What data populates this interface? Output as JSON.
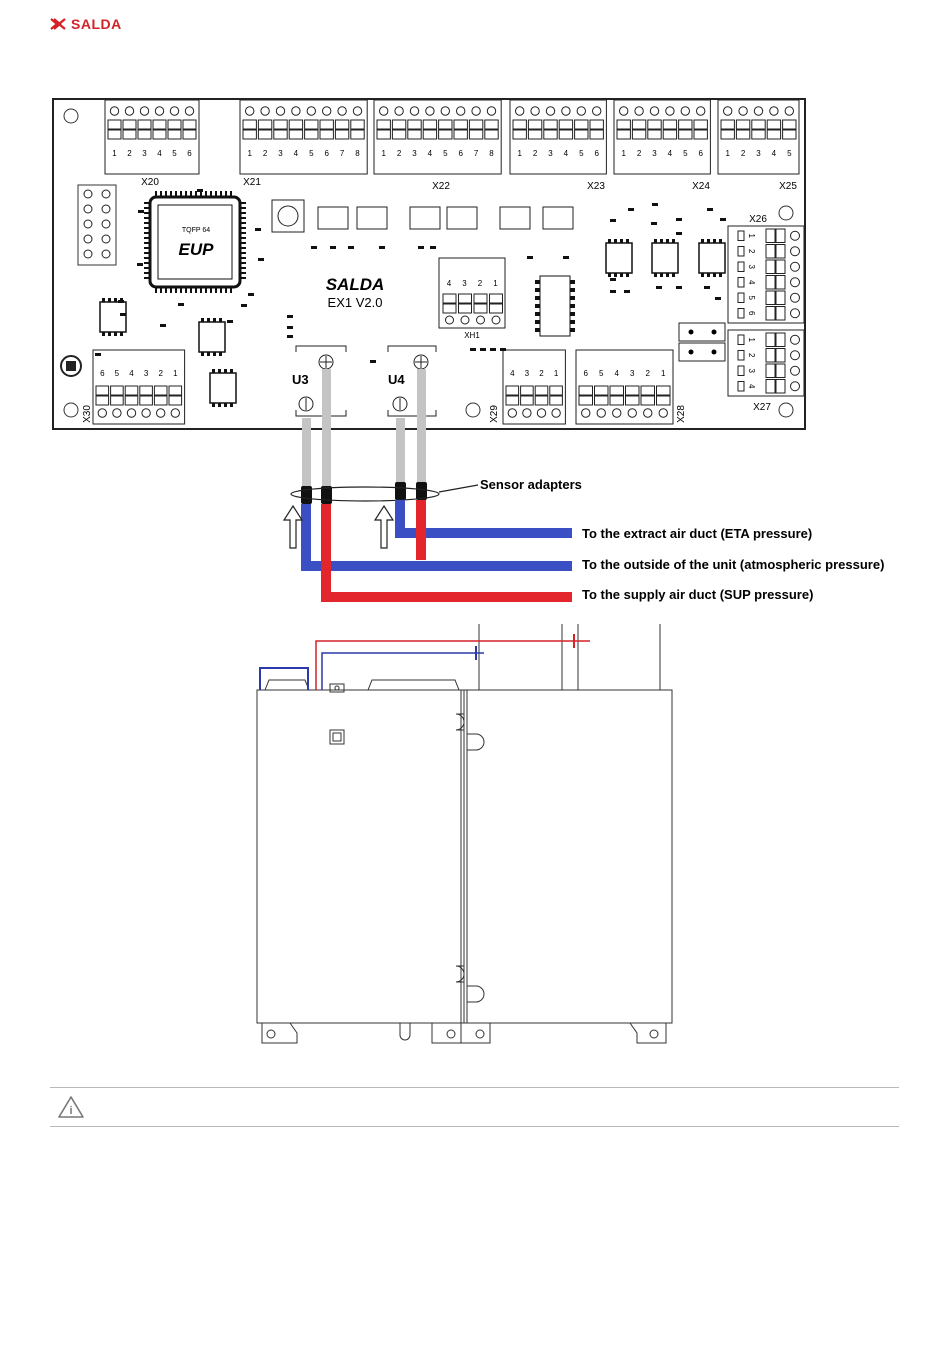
{
  "header": {
    "brand": "SALDA"
  },
  "board": {
    "brand_label": "SALDA",
    "model_label": "EX1 V2.0",
    "chip_label": "TQFP 64",
    "chip_logo": "EUP",
    "sensor_left": "U3",
    "sensor_right": "U4",
    "connectors": [
      {
        "name": "X20",
        "pins": [
          "1",
          "2",
          "3",
          "4",
          "5",
          "6"
        ]
      },
      {
        "name": "X21",
        "pins": [
          "1",
          "2",
          "3",
          "4",
          "5",
          "6",
          "7",
          "8"
        ]
      },
      {
        "name": "X22",
        "pins": [
          "1",
          "2",
          "3",
          "4",
          "5",
          "6",
          "7",
          "8"
        ]
      },
      {
        "name": "X23",
        "pins": [
          "1",
          "2",
          "3",
          "4",
          "5",
          "6"
        ]
      },
      {
        "name": "X24",
        "pins": [
          "1",
          "2",
          "3",
          "4",
          "5",
          "6"
        ]
      },
      {
        "name": "X25",
        "pins": [
          "1",
          "2",
          "3",
          "4",
          "5"
        ]
      },
      {
        "name": "X26",
        "pins": [
          "1",
          "2",
          "3",
          "4",
          "5",
          "6"
        ]
      },
      {
        "name": "X27",
        "pins": [
          "1",
          "2",
          "3",
          "4"
        ]
      },
      {
        "name": "X29",
        "pins": [
          "4",
          "3",
          "2",
          "1"
        ]
      },
      {
        "name": "X28",
        "pins": [
          "6",
          "5",
          "4",
          "3",
          "2",
          "1"
        ]
      },
      {
        "name": "X30",
        "pins": [
          "6",
          "5",
          "4",
          "3",
          "2",
          "1"
        ]
      },
      {
        "name": "XH1",
        "pins": [
          "4",
          "3",
          "2",
          "1"
        ]
      }
    ]
  },
  "labels": {
    "sensor_adapters": "Sensor adapters",
    "eta": "To the extract air duct (ETA pressure)",
    "outside": "To the outside of the unit (atmospheric pressure)",
    "sup": "To the supply air duct (SUP pressure)"
  },
  "colors": {
    "brand": "#d2232a",
    "blue_tube": "#3b4fc4",
    "red_tube": "#e3262b",
    "grey_tube": "#c4c4c4"
  },
  "warning": {
    "icon": "warning-info-icon",
    "text": ""
  }
}
